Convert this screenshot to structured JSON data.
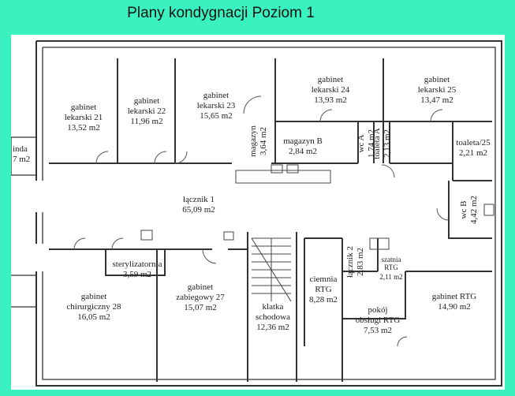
{
  "title": "Plany kondygnacji Poziom 1",
  "colors": {
    "background": "#3af2c0",
    "plan": "#ffffff",
    "lines": "#333333"
  },
  "rooms": [
    {
      "id": "r21",
      "lines": [
        "gabinet",
        "lekarski 21",
        "13,52 m2"
      ]
    },
    {
      "id": "r22",
      "lines": [
        "gabinet",
        "lekarski 22",
        "11,96 m2"
      ]
    },
    {
      "id": "r23",
      "lines": [
        "gabinet",
        "lekarski 23",
        "15,65 m2"
      ]
    },
    {
      "id": "r24",
      "lines": [
        "gabinet",
        "lekarski 24",
        "13,93 m2"
      ]
    },
    {
      "id": "r25",
      "lines": [
        "gabinet",
        "lekarski 25",
        "13,47 m2"
      ]
    },
    {
      "id": "magazyn",
      "lines": [
        "magazyn",
        "3,64 m2"
      ]
    },
    {
      "id": "magazynB",
      "lines": [
        "magazyn B",
        "2,84 m2"
      ]
    },
    {
      "id": "wcA",
      "lines": [
        "wc A",
        "1,74 m2"
      ]
    },
    {
      "id": "toaletaA",
      "lines": [
        "toaleta A",
        "2,13 m2"
      ]
    },
    {
      "id": "toaleta25",
      "lines": [
        "toaleta/25",
        "2,21 m2"
      ]
    },
    {
      "id": "winda",
      "lines": [
        "inda",
        "7 m2"
      ]
    },
    {
      "id": "lacznik",
      "lines": [
        "łącznik 1",
        "65,09 m2"
      ]
    },
    {
      "id": "wcB",
      "lines": [
        "wc B",
        "4,42 m2"
      ]
    },
    {
      "id": "steryl",
      "lines": [
        "sterylizatornia",
        "3,59 m2"
      ]
    },
    {
      "id": "r28",
      "lines": [
        "gabinet",
        "chirurgiczny 28",
        "16,05 m2"
      ]
    },
    {
      "id": "r27",
      "lines": [
        "gabinet",
        "zabiegowy 27",
        "15,07 m2"
      ]
    },
    {
      "id": "klatka",
      "lines": [
        "klatka",
        "schodowa",
        "12,36 m2"
      ]
    },
    {
      "id": "ciemnia",
      "lines": [
        "ciemnia",
        "RTG",
        "8,28 m2"
      ]
    },
    {
      "id": "lacznik2",
      "lines": [
        "łącznik 2",
        "2,83 m2"
      ]
    },
    {
      "id": "szatnia",
      "lines": [
        "szatnia",
        "RTG",
        "2,11 m2"
      ]
    },
    {
      "id": "pokoj",
      "lines": [
        "pokój",
        "obsługi RTG",
        "7,53 m2"
      ]
    },
    {
      "id": "rtg",
      "lines": [
        "gabinet RTG",
        "14,90 m2"
      ]
    }
  ]
}
